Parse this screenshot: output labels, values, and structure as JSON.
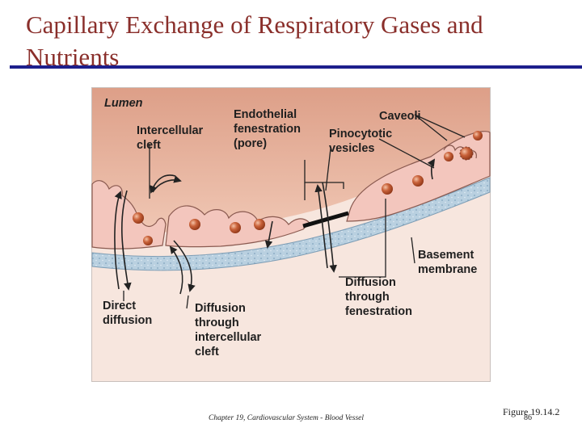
{
  "slide": {
    "title": "Capillary Exchange of Respiratory Gases and Nutrients"
  },
  "diagram": {
    "labels": {
      "lumen": "Lumen",
      "intercellular_cleft": [
        "Intercellular",
        "cleft"
      ],
      "endothelial_fenestration": [
        "Endothelial",
        "fenestration",
        "(pore)"
      ],
      "caveoli": "Caveoli",
      "pinocytotic_vesicles": [
        "Pinocytotic",
        "vesicles"
      ],
      "basement_membrane": [
        "Basement",
        "membrane"
      ],
      "diffusion_fenestration": [
        "Diffusion",
        "through",
        "fenestration"
      ],
      "direct_diffusion": [
        "Direct",
        "diffusion"
      ],
      "diffusion_cleft": [
        "Diffusion",
        "through",
        "intercellular",
        "cleft"
      ]
    },
    "colors": {
      "lumen": "#e9b8a0",
      "tissue": "#f5ddd3",
      "cell": "#f3c8c0",
      "cell_outline": "#8a5a50",
      "membrane": "#a8c4d8",
      "vesicle": "#c0562f",
      "leader": "#222222"
    }
  },
  "footer": {
    "chapter": "Chapter 19, Cardiovascular System - Blood Vessel",
    "figure": "Figure 19.14.2",
    "page": "86"
  }
}
